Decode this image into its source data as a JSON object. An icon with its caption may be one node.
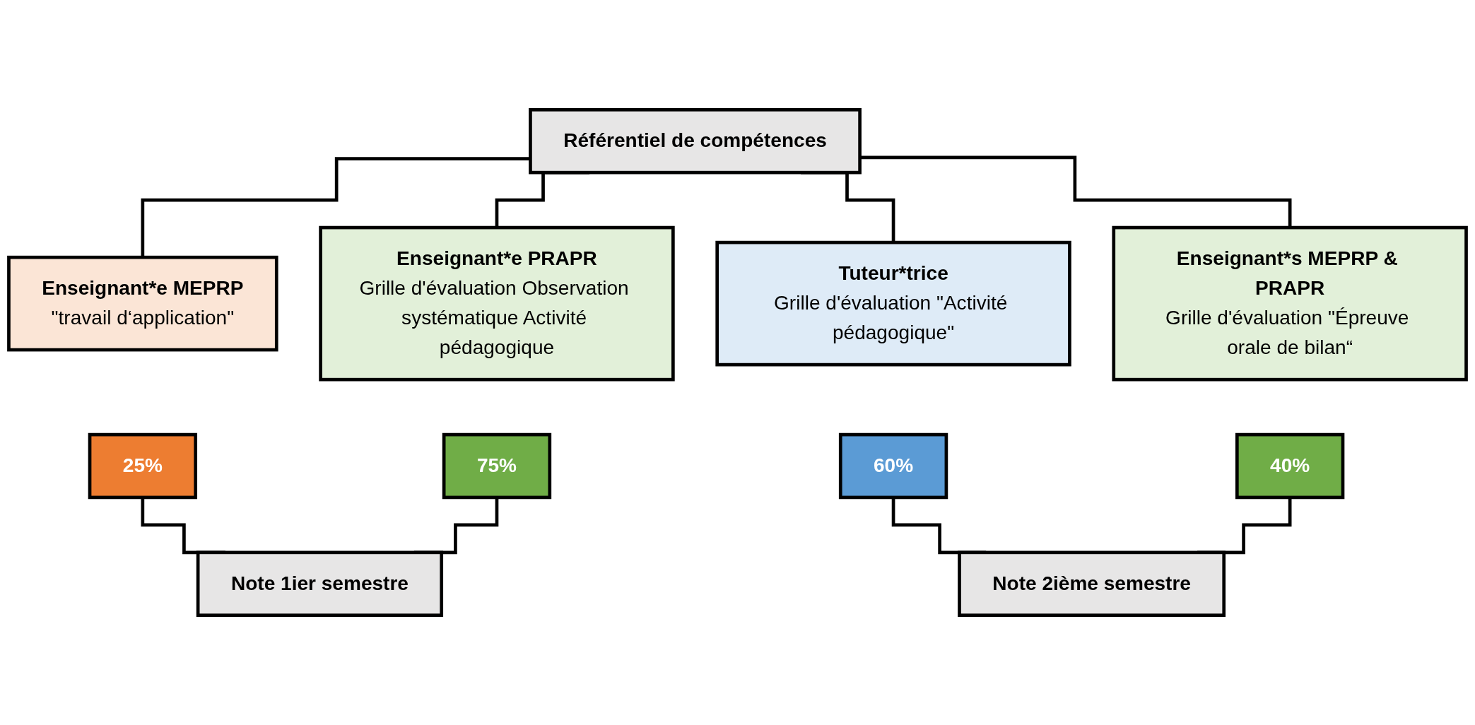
{
  "diagram": {
    "nodes": [
      {
        "text": [
          "Référentiel de compétences"
        ]
      },
      {
        "text": [
          "Enseignant*e MEPRP",
          "\"travail d‘application\""
        ]
      },
      {
        "text": [
          "25%"
        ]
      },
      {
        "text": [
          "Enseignant*e PRAPR",
          "Grille d'évaluation Observation systématique Activité pédagogique"
        ]
      },
      {
        "text": [
          "75%"
        ]
      },
      {
        "text": [
          "Tuteur*trice",
          "Grille d'évaluation \"Activité pédagogique\""
        ]
      },
      {
        "text": [
          "60%"
        ]
      },
      {
        "text": [
          "Enseignant*s MEPRP & PRAPR",
          "Grille d'évaluation \"Épreuve orale de bilan“"
        ]
      },
      {
        "text": [
          "40%"
        ]
      },
      {
        "text": [
          "Note 1ier semestre"
        ]
      },
      {
        "text": [
          "Note 2ième semestre"
        ]
      }
    ],
    "edges": [
      {
        "from": 0,
        "to": 1,
        "arrow": "none"
      },
      {
        "from": 0,
        "to": 3,
        "arrow": "none"
      },
      {
        "from": 0,
        "to": 5,
        "arrow": "none"
      },
      {
        "from": 0,
        "to": 7,
        "arrow": "none"
      },
      {
        "from": 2,
        "to": 9,
        "arrow": "none"
      },
      {
        "from": 4,
        "to": 9,
        "arrow": "none"
      },
      {
        "from": 6,
        "to": 10,
        "arrow": "none"
      },
      {
        "from": 8,
        "to": 10,
        "arrow": "none"
      }
    ]
  }
}
